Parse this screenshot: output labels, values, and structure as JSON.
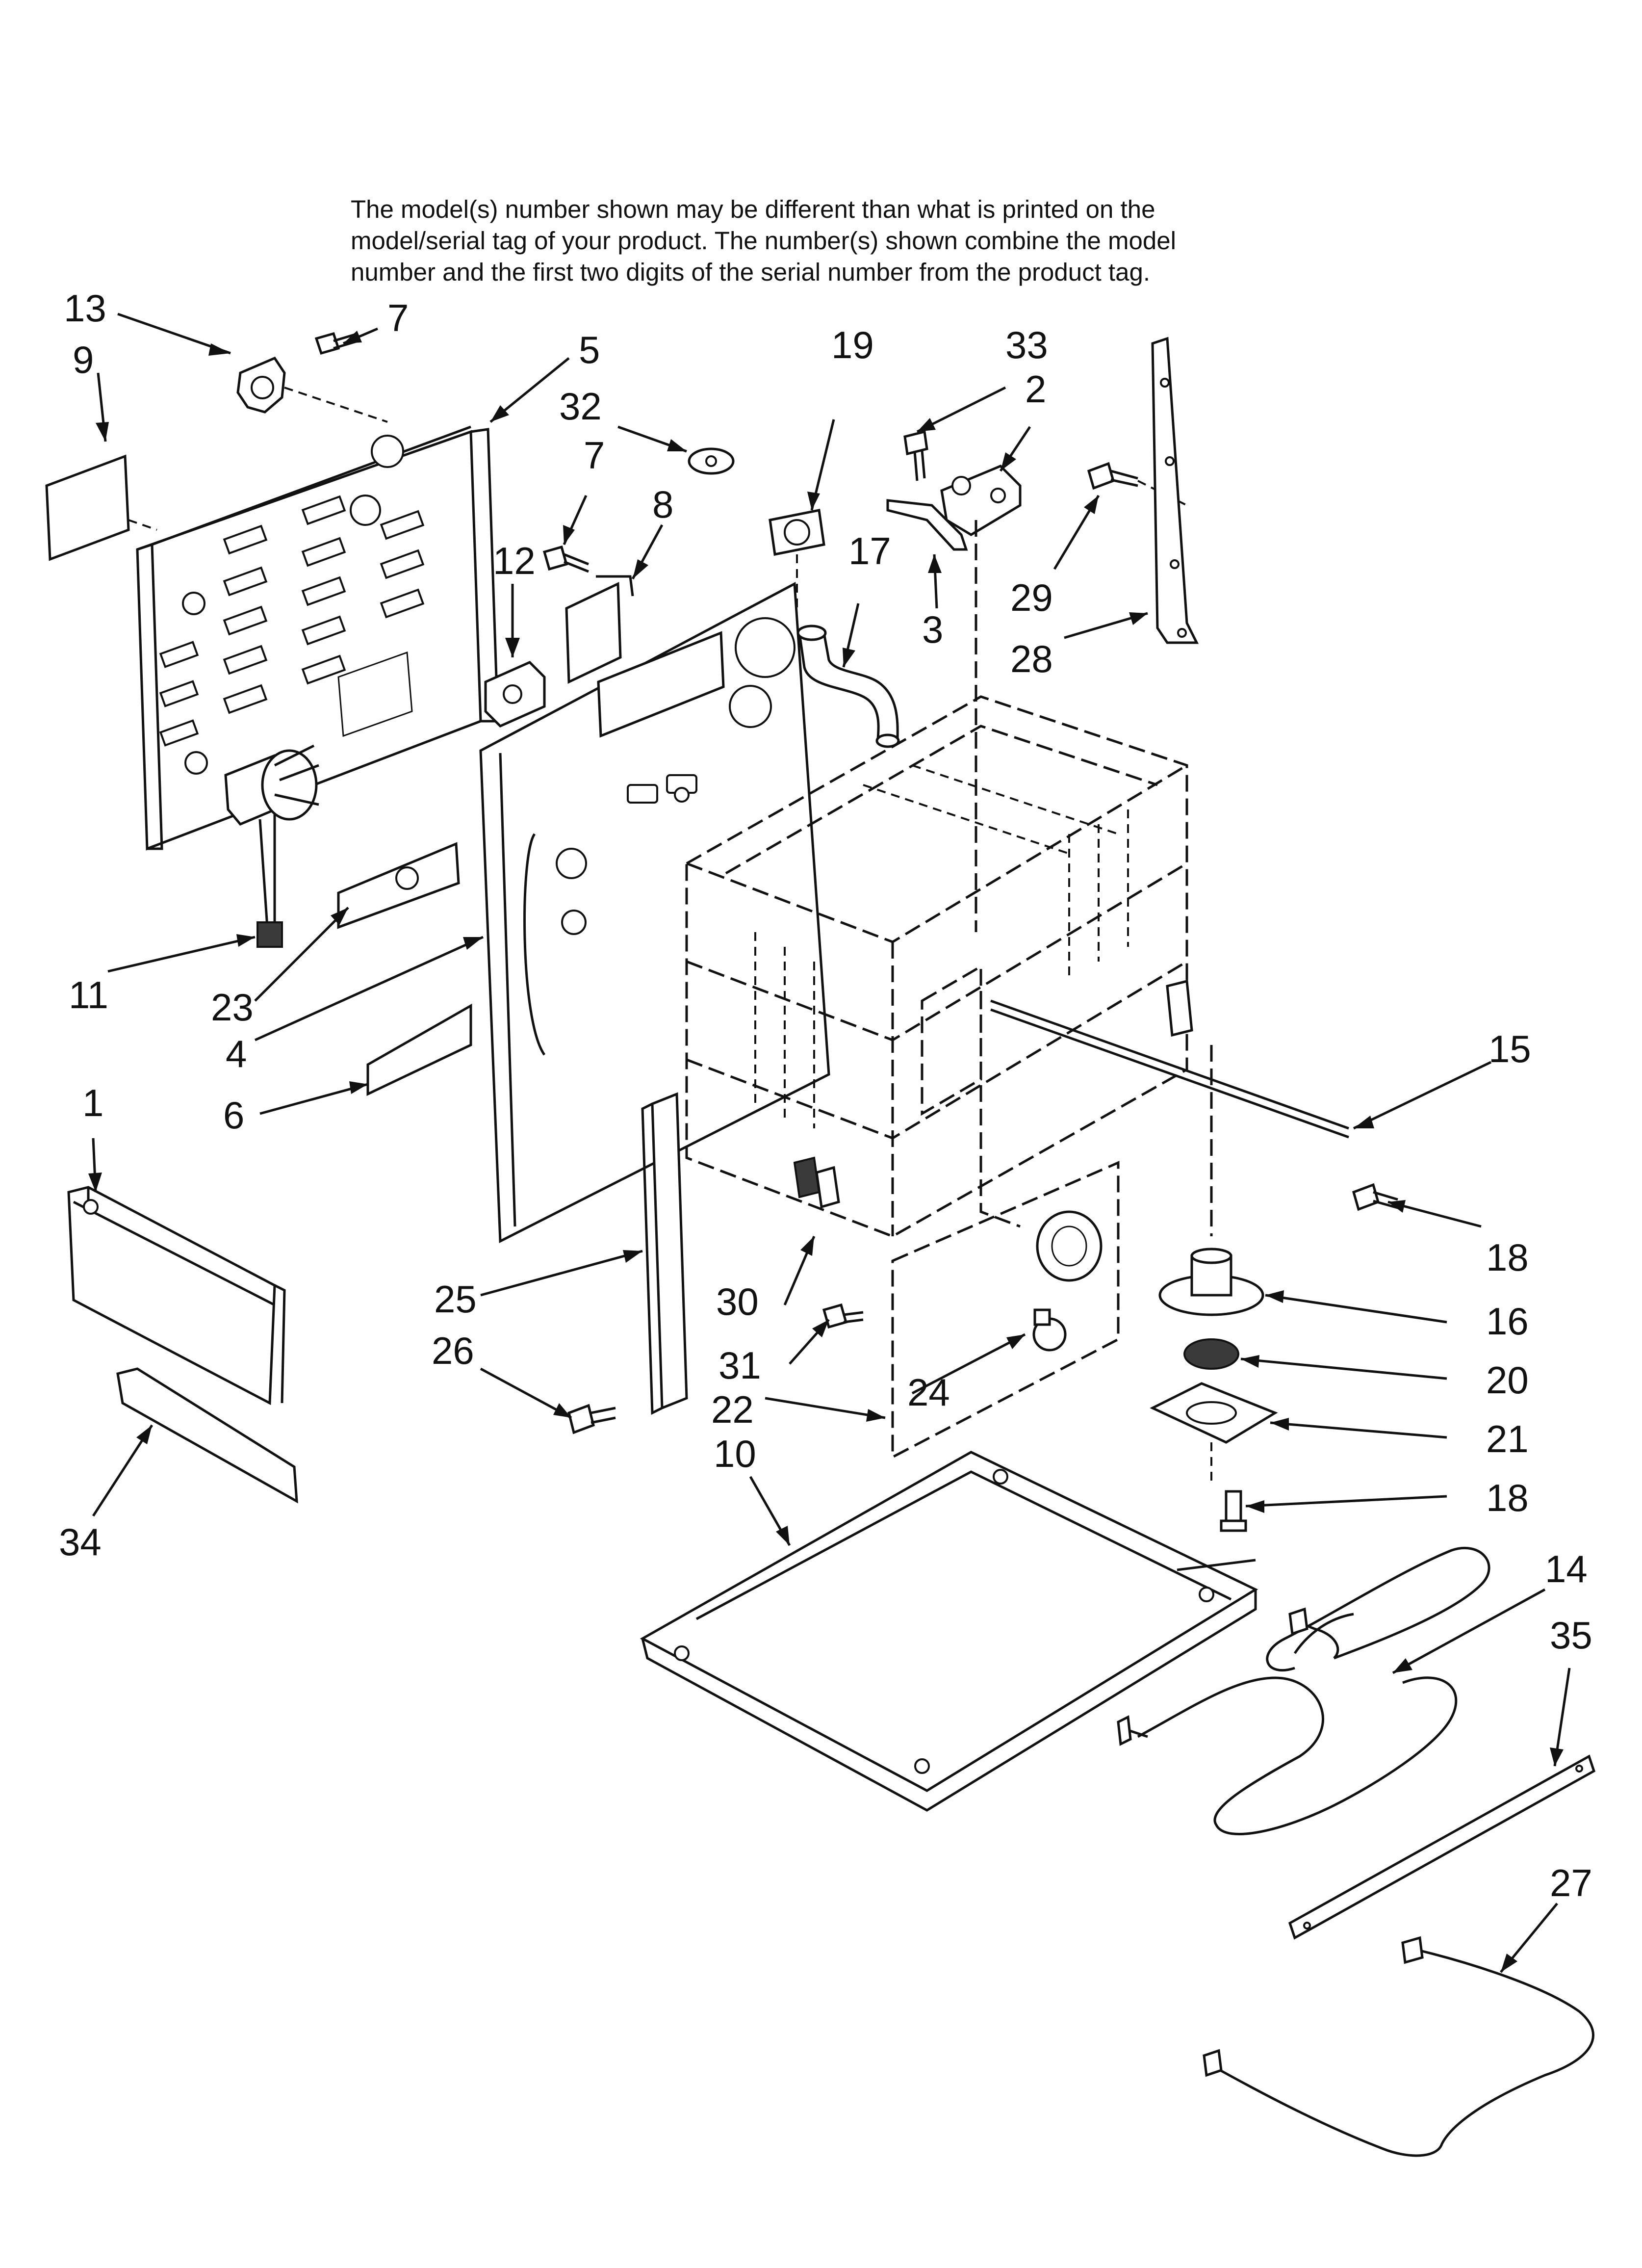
{
  "notice": {
    "line1": "The model(s) number shown may be different than what is printed on the",
    "line2": "model/serial tag of your product. The number(s) shown combine the model",
    "line3": "number and the first two digits of the serial number from the product tag."
  },
  "callouts": {
    "c1": "1",
    "c2": "2",
    "c3": "3",
    "c4": "4",
    "c5": "5",
    "c6": "6",
    "c7a": "7",
    "c7b": "7",
    "c8": "8",
    "c9": "9",
    "c10": "10",
    "c11": "11",
    "c12": "12",
    "c13": "13",
    "c14": "14",
    "c15": "15",
    "c16": "16",
    "c17": "17",
    "c18a": "18",
    "c18b": "18",
    "c19": "19",
    "c20": "20",
    "c21": "21",
    "c22": "22",
    "c23": "23",
    "c24": "24",
    "c25": "25",
    "c26": "26",
    "c27": "27",
    "c28": "28",
    "c29": "29",
    "c30": "30",
    "c31": "31",
    "c32": "32",
    "c33": "33",
    "c34": "34",
    "c35": "35"
  }
}
